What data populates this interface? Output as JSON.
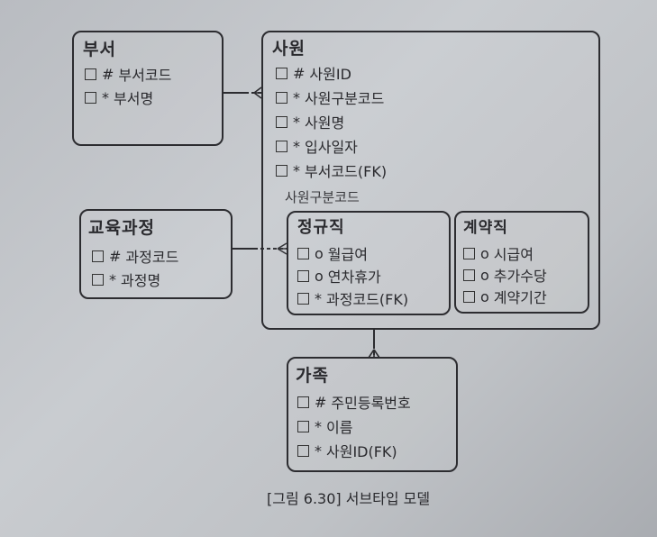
{
  "entities": {
    "dept": {
      "title": "부서",
      "attrs": [
        {
          "mark": "#",
          "name": "부서코드"
        },
        {
          "mark": "*",
          "name": "부서명"
        }
      ]
    },
    "employee": {
      "title": "사원",
      "attrs": [
        {
          "mark": "#",
          "name": "사원ID"
        },
        {
          "mark": "*",
          "name": "사원구분코드"
        },
        {
          "mark": "*",
          "name": "사원명"
        },
        {
          "mark": "*",
          "name": "입사일자"
        },
        {
          "mark": "*",
          "name": "부서코드(FK)"
        }
      ],
      "discriminator": "사원구분코드"
    },
    "regular": {
      "title": "정규직",
      "attrs": [
        {
          "mark": "o",
          "name": "월급여"
        },
        {
          "mark": "o",
          "name": "연차휴가"
        },
        {
          "mark": "*",
          "name": "과정코드(FK)"
        }
      ]
    },
    "contract": {
      "title": "계약직",
      "attrs": [
        {
          "mark": "o",
          "name": "시급여"
        },
        {
          "mark": "o",
          "name": "추가수당"
        },
        {
          "mark": "o",
          "name": "계약기간"
        }
      ]
    },
    "course": {
      "title": "교육과정",
      "attrs": [
        {
          "mark": "#",
          "name": "과정코드"
        },
        {
          "mark": "*",
          "name": "과정명"
        }
      ]
    },
    "family": {
      "title": "가족",
      "attrs": [
        {
          "mark": "#",
          "name": "주민등록번호"
        },
        {
          "mark": "*",
          "name": "이름"
        },
        {
          "mark": "*",
          "name": "사원ID(FK)"
        }
      ]
    }
  },
  "caption": "[그림 6.30] 서브타입 모델"
}
